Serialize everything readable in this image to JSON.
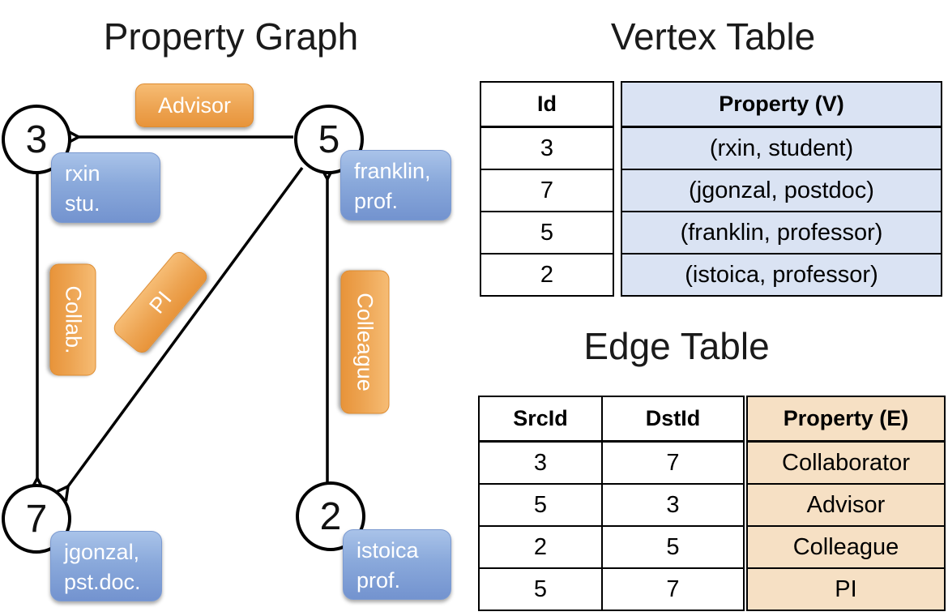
{
  "graph": {
    "title": "Property Graph",
    "nodes": [
      {
        "id": "3",
        "prop_line1": "rxin",
        "prop_line2": "stu."
      },
      {
        "id": "5",
        "prop_line1": "franklin,",
        "prop_line2": "prof."
      },
      {
        "id": "7",
        "prop_line1": "jgonzal,",
        "prop_line2": "pst.doc."
      },
      {
        "id": "2",
        "prop_line1": "istoica",
        "prop_line2": "prof."
      }
    ],
    "edges": [
      {
        "label": "Advisor",
        "src": "5",
        "dst": "3"
      },
      {
        "label": "Collab.",
        "src": "3",
        "dst": "7"
      },
      {
        "label": "PI",
        "src": "5",
        "dst": "7"
      },
      {
        "label": "Colleague",
        "src": "2",
        "dst": "5"
      }
    ]
  },
  "vertex_table": {
    "title": "Vertex Table",
    "columns": [
      "Id",
      "Property (V)"
    ],
    "rows": [
      [
        "3",
        "(rxin, student)"
      ],
      [
        "7",
        "(jgonzal, postdoc)"
      ],
      [
        "5",
        "(franklin, professor)"
      ],
      [
        "2",
        "(istoica, professor)"
      ]
    ]
  },
  "edge_table": {
    "title": "Edge Table",
    "columns": [
      "SrcId",
      "DstId",
      "Property (E)"
    ],
    "rows": [
      [
        "3",
        "7",
        "Collaborator"
      ],
      [
        "5",
        "3",
        "Advisor"
      ],
      [
        "2",
        "5",
        "Colleague"
      ],
      [
        "5",
        "7",
        "PI"
      ]
    ]
  },
  "colors": {
    "edge_label_orange": "#EC9C41",
    "vertex_box_blue": "#7E9FD6",
    "vertex_table_fill": "#DAE3F3",
    "edge_table_fill": "#F6E0C4",
    "line_black": "#000000"
  }
}
